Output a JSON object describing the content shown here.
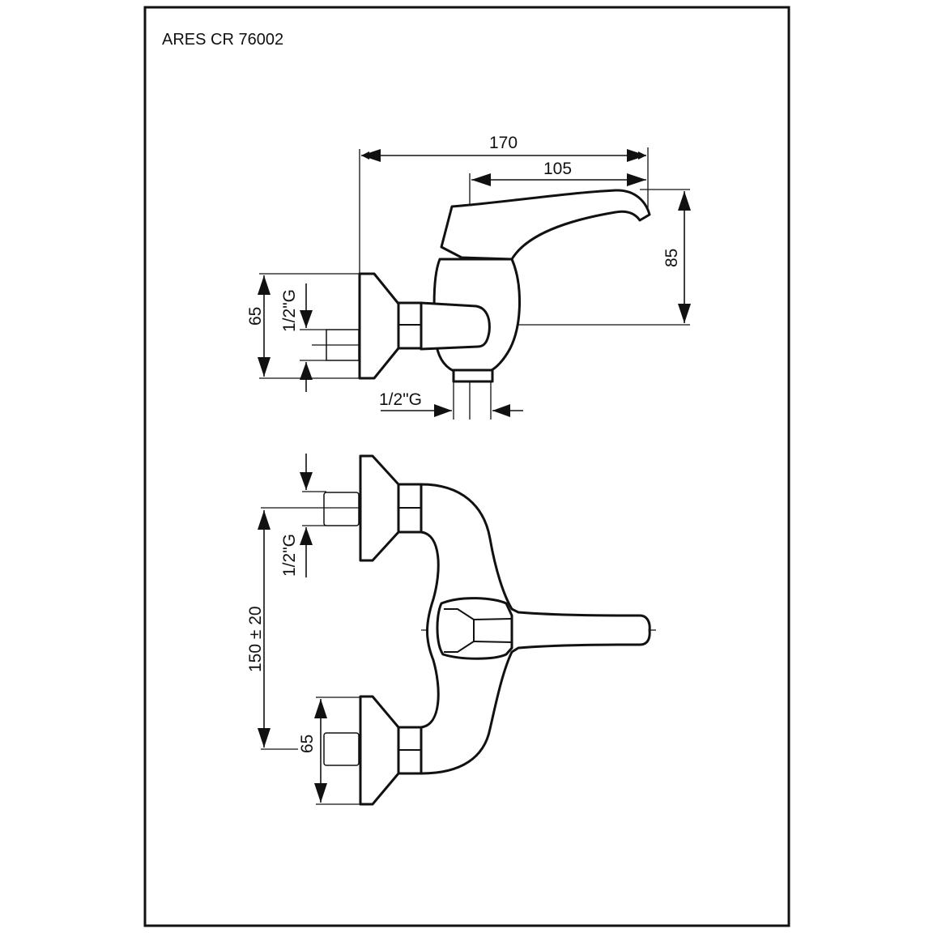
{
  "title": "ARES CR 76002",
  "top_view": {
    "dim_overall_length": "170",
    "dim_spout_reach": "105",
    "dim_height": "85",
    "dim_flange": "65",
    "dim_inlet_thread": "1/2\"G",
    "dim_outlet_thread": "1/2\"G"
  },
  "front_view": {
    "dim_centres": "150 ± 20",
    "dim_flange": "65",
    "dim_inlet_thread": "1/2\"G"
  },
  "colors": {
    "line": "#111111",
    "background": "#ffffff"
  }
}
